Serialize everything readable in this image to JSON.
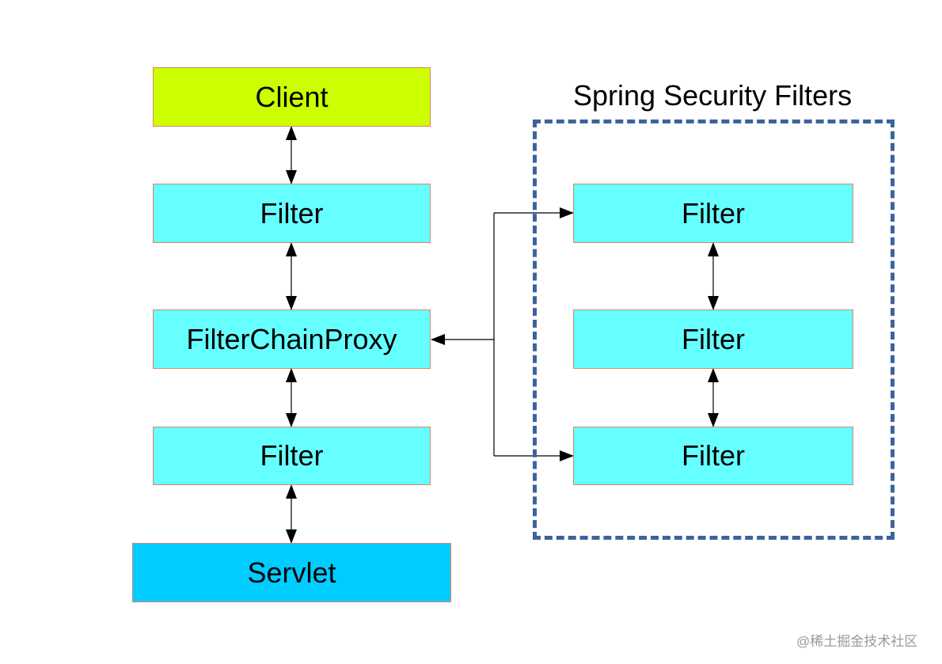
{
  "main_chain": {
    "client": "Client",
    "filter_top": "Filter",
    "proxy": "FilterChainProxy",
    "filter_bottom": "Filter",
    "servlet": "Servlet"
  },
  "security_group": {
    "title": "Spring Security Filters",
    "filters": [
      "Filter",
      "Filter",
      "Filter"
    ]
  },
  "watermark": "@稀土掘金技术社区",
  "colors": {
    "client": "#ccff00",
    "filter": "#66ffff",
    "servlet": "#00ccff",
    "group_border": "#3d62a0",
    "box_border": "#e0826a"
  }
}
